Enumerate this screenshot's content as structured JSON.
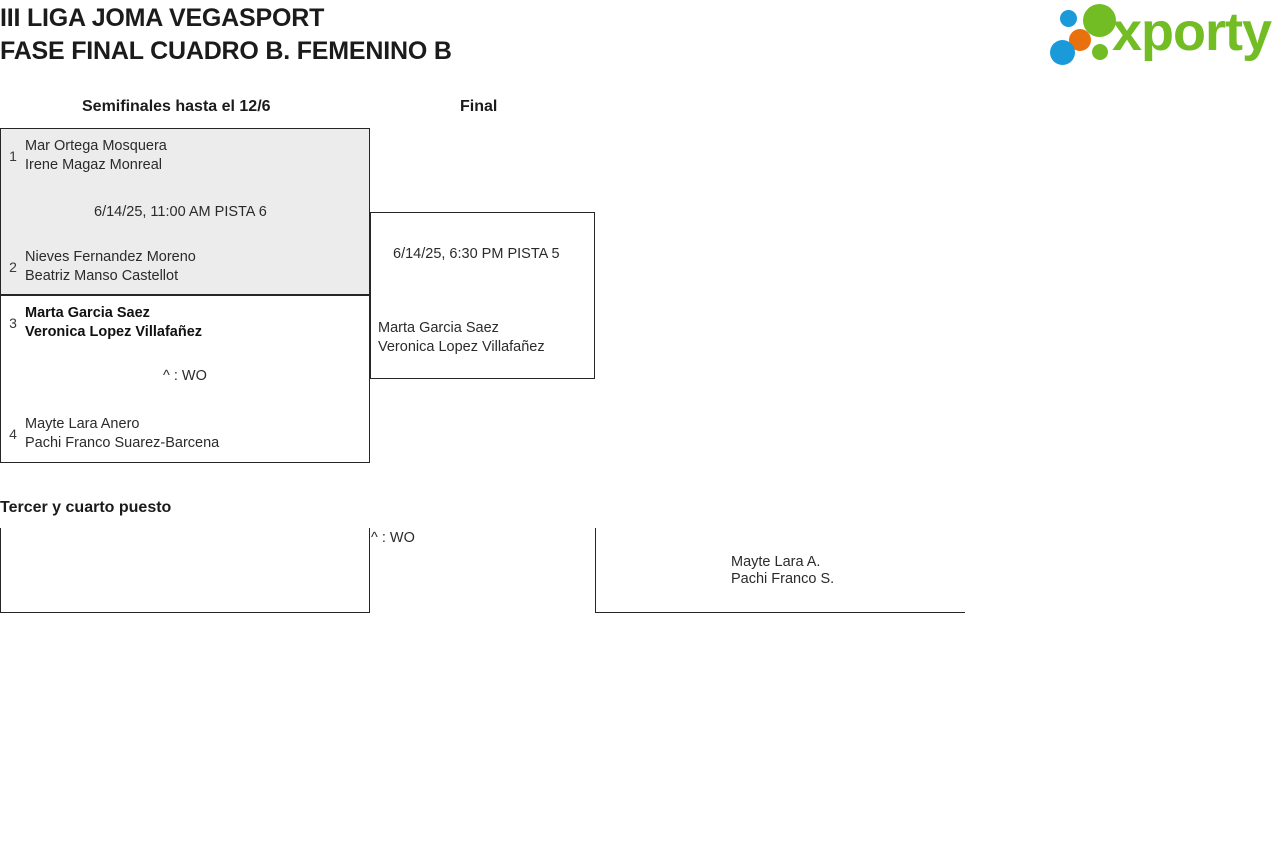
{
  "header": {
    "title_line1": "III LIGA JOMA VEGASPORT",
    "title_line2": "FASE FINAL CUADRO B. FEMENINO B",
    "logo_text": "xporty"
  },
  "rounds": [
    {
      "key": "semifinals",
      "label": "Semifinales hasta el 12/6"
    },
    {
      "key": "final",
      "label": "Final"
    }
  ],
  "bracket": {
    "semifinal_1": {
      "meta": "6/14/25, 11:00 AM PISTA 6",
      "team_top": {
        "seed": "1",
        "player1": "Mar Ortega Mosquera",
        "player2": "Irene Magaz Monreal"
      },
      "team_bottom": {
        "seed": "2",
        "player1": "Nieves Fernandez Moreno",
        "player2": "Beatriz Manso Castellot"
      }
    },
    "semifinal_2": {
      "meta": "^ : WO",
      "team_top": {
        "seed": "3",
        "player1": "Marta Garcia Saez",
        "player2": "Veronica Lopez Villafañez"
      },
      "team_bottom": {
        "seed": "4",
        "player1": "Mayte Lara Anero",
        "player2": "Pachi Franco Suarez-Barcena"
      }
    },
    "final": {
      "meta": "6/14/25, 6:30 PM PISTA 5",
      "winner": {
        "player1": "Marta Garcia Saez",
        "player2": "Veronica Lopez Villafañez"
      }
    }
  },
  "third_place": {
    "title": "Tercer y cuarto puesto",
    "score": "^ : WO",
    "team": {
      "player1": "Mayte Lara A.",
      "player2": "Pachi Franco S."
    }
  },
  "colors": {
    "logo_green": "#73bd24",
    "logo_blue": "#1a9ad9",
    "logo_orange": "#e8700d",
    "box_gray": "#ececec",
    "border": "#262626"
  }
}
